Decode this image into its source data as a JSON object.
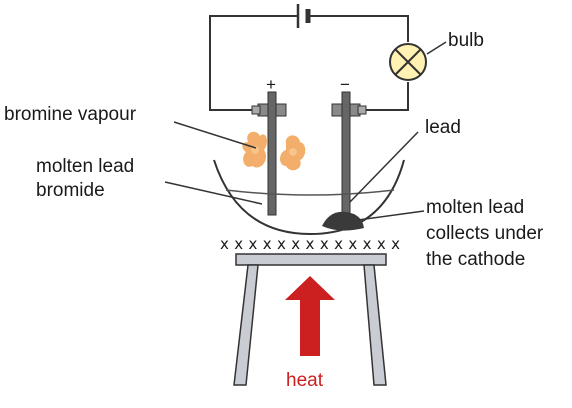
{
  "labels": {
    "bulb": "bulb",
    "bromine_vapour": "bromine vapour",
    "lead": "lead",
    "molten_lead_bromide": [
      "molten lead",
      "bromide"
    ],
    "molten_lead_collects": [
      "molten lead",
      "collects under",
      "the cathode"
    ],
    "heat": "heat",
    "anode_sign": "+",
    "cathode_sign": "−",
    "gauze": "x x x x x x x x x x x x x"
  },
  "colors": {
    "heat_arrow": "#cc1f1f",
    "bromine": "#f0a050",
    "bulb_fill": "#fff2b3",
    "electrode": "#666666",
    "stand": "#c9ccd3",
    "lead_blob": "#3a3a3a"
  }
}
